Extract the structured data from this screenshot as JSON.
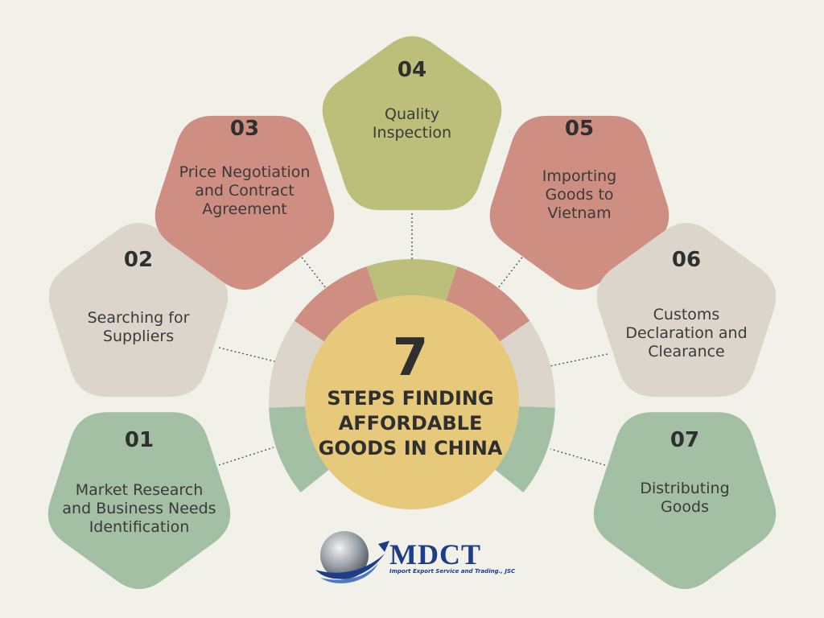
{
  "colors": {
    "background": "#f1f1ea",
    "step_01": "#a3bfa4",
    "step_02": "#dcd5cc",
    "step_03": "#cf8e82",
    "step_04": "#bbbf7a",
    "step_05": "#cf8e82",
    "step_06": "#dcd5cc",
    "step_07": "#a3bfa4",
    "hub": "#e6c97a",
    "brand": "#1d3d8a"
  },
  "hub": {
    "number": "7",
    "title_line1": "STEPS FINDING",
    "title_line2": "AFFORDABLE",
    "title_line3": "GOODS IN CHINA"
  },
  "steps": [
    {
      "number": "01",
      "lines": [
        "Market Research",
        "and Business Needs",
        "Identification"
      ]
    },
    {
      "number": "02",
      "lines": [
        "Searching for",
        "Suppliers"
      ]
    },
    {
      "number": "03",
      "lines": [
        "Price Negotiation",
        "and Contract",
        "Agreement"
      ]
    },
    {
      "number": "04",
      "lines": [
        "Quality",
        "Inspection"
      ]
    },
    {
      "number": "05",
      "lines": [
        "Importing",
        "Goods to",
        "Vietnam"
      ]
    },
    {
      "number": "06",
      "lines": [
        "Customs",
        "Declaration and",
        "Clearance"
      ]
    },
    {
      "number": "07",
      "lines": [
        "Distributing",
        "Goods"
      ]
    }
  ],
  "logo": {
    "name": "MDCT",
    "tagline": "Import Export Service and Trading., JSC",
    "icon": "globe-swoosh-icon"
  }
}
